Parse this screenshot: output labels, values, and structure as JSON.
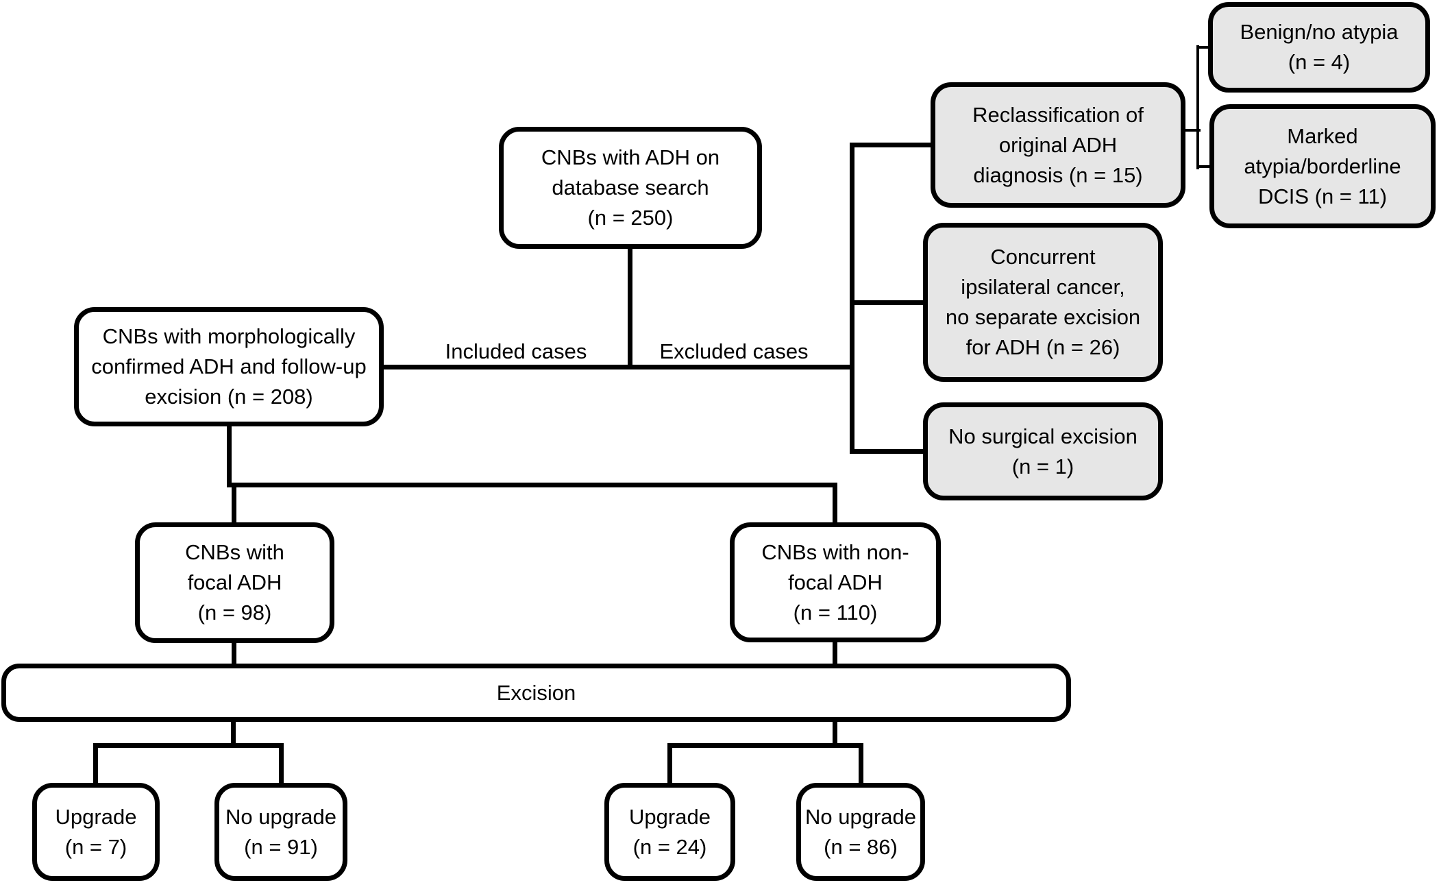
{
  "diagram": {
    "type": "study-flowchart",
    "description": "Flow of CNB cases with ADH from database search through exclusion, focality grouping, excision and upgrade outcome"
  },
  "colors": {
    "box_border": "#000000",
    "included_box_fill": "#ffffff",
    "excluded_box_fill": "#e6e6e6",
    "connector": "#000000",
    "text": "#000000",
    "background": "#ffffff"
  },
  "labels": {
    "included_cases": "Included cases",
    "excluded_cases": "Excluded cases"
  },
  "nodes": {
    "root": {
      "text": "CNBs with ADH on\ndatabase search\n(n = 250)"
    },
    "included": {
      "text": "CNBs with morphologically\nconfirmed ADH and follow-up\nexcision (n = 208)"
    },
    "reclassification": {
      "text": "Reclassification of\noriginal ADH\ndiagnosis (n = 15)"
    },
    "benign": {
      "text": "Benign/no atypia\n(n = 4)"
    },
    "marked": {
      "text": "Marked\natypia/borderline\nDCIS (n = 11)"
    },
    "concurrent": {
      "text": "Concurrent\nipsilateral cancer,\nno separate excision\nfor ADH (n = 26)"
    },
    "no_surgery": {
      "text": "No surgical excision\n(n = 1)"
    },
    "focal": {
      "text": "CNBs with\nfocal ADH\n(n = 98)"
    },
    "nonfocal": {
      "text": "CNBs with non-\nfocal ADH\n(n = 110)"
    },
    "excision": {
      "text": "Excision"
    },
    "focal_upgrade": {
      "text": "Upgrade\n(n = 7)"
    },
    "focal_no_upgrade": {
      "text": "No upgrade\n(n = 91)"
    },
    "nonfocal_upgrade": {
      "text": "Upgrade\n(n = 24)"
    },
    "nonfocal_no_upgrade": {
      "text": "No upgrade\n(n = 86)"
    }
  },
  "edges": [
    {
      "from": "root",
      "to": "included",
      "label": "Included cases"
    },
    {
      "from": "root",
      "to": "excluded_group",
      "label": "Excluded cases"
    },
    {
      "from": "excluded_group",
      "to": "reclassification"
    },
    {
      "from": "excluded_group",
      "to": "concurrent"
    },
    {
      "from": "excluded_group",
      "to": "no_surgery"
    },
    {
      "from": "reclassification",
      "to": "benign"
    },
    {
      "from": "reclassification",
      "to": "marked"
    },
    {
      "from": "included",
      "to": "focal"
    },
    {
      "from": "included",
      "to": "nonfocal"
    },
    {
      "from": "focal",
      "to": "excision"
    },
    {
      "from": "nonfocal",
      "to": "excision"
    },
    {
      "from": "excision",
      "to": "focal_upgrade"
    },
    {
      "from": "excision",
      "to": "focal_no_upgrade"
    },
    {
      "from": "excision",
      "to": "nonfocal_upgrade"
    },
    {
      "from": "excision",
      "to": "nonfocal_no_upgrade"
    }
  ]
}
